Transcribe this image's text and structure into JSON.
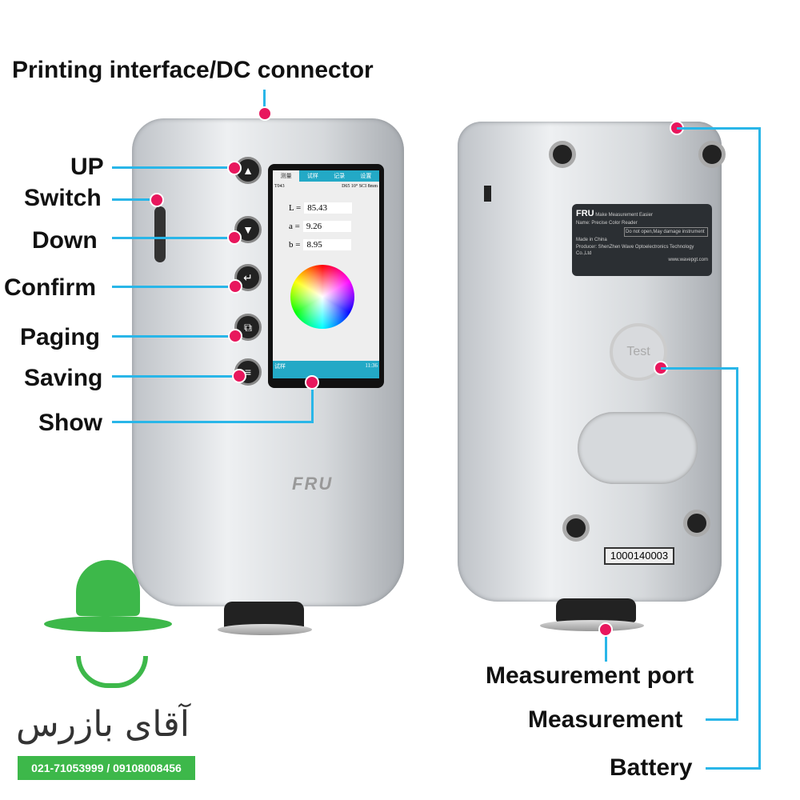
{
  "labels": {
    "top": "Printing interface/DC connector",
    "up": "UP",
    "switch": "Switch",
    "down": "Down",
    "confirm": "Confirm",
    "paging": "Paging",
    "saving": "Saving",
    "show": "Show",
    "port": "Measurement port",
    "measurement": "Measurement",
    "battery": "Battery"
  },
  "screen": {
    "tabs": [
      "测量",
      "试样",
      "记录",
      "设置"
    ],
    "info_left": "T043",
    "info_right": "D65 10° SCI 8mm",
    "L_label": "L =",
    "L": "85.43",
    "a_label": "a =",
    "a": "9.26",
    "b_label": "b =",
    "b": "8.95",
    "footer": "试样",
    "time": "11:36"
  },
  "device": {
    "brand": "FRU",
    "test_button": "Test",
    "serial": "1000140003",
    "label_tagline": "Make Measurement Easier",
    "label_name": "Name: Precise Color Reader",
    "label_made": "Made in China",
    "label_producer": "Producer: ShenZhen Wave Optoelectronics Technology Co.,Ltd",
    "label_warning": "Do not open,May damage instrument",
    "label_url": "www.wavepgt.com"
  },
  "logo": {
    "name": "آقای بازرس",
    "phone": "021-71053999 / 09108008456"
  },
  "colors": {
    "line": "#29b6e8",
    "dot": "#e8175d",
    "logo_green": "#3db84a"
  }
}
